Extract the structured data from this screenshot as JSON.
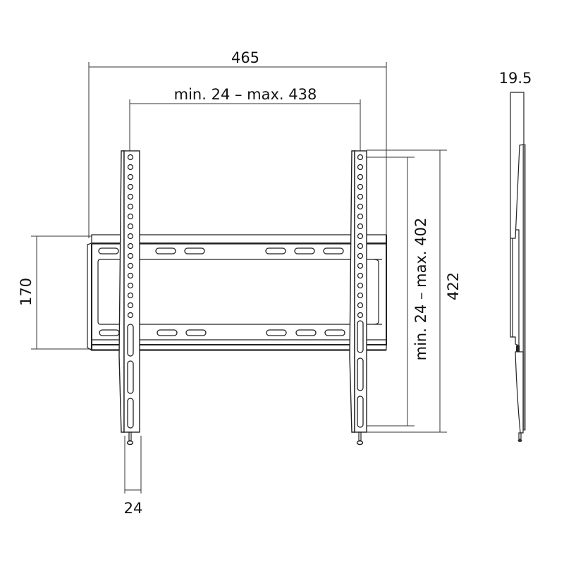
{
  "diagram": {
    "type": "technical-drawing",
    "subject": "fixed TV wall mount bracket",
    "units": "mm",
    "dimensions": {
      "overall_width": "465",
      "vesa_horizontal": "min. 24 – max. 438",
      "overall_height": "422",
      "vesa_vertical": "min. 24 – max. 402",
      "wall_plate_height": "170",
      "arm_width": "24",
      "depth": "19.5"
    },
    "views": {
      "front": "front-view",
      "side": "side-view"
    }
  }
}
